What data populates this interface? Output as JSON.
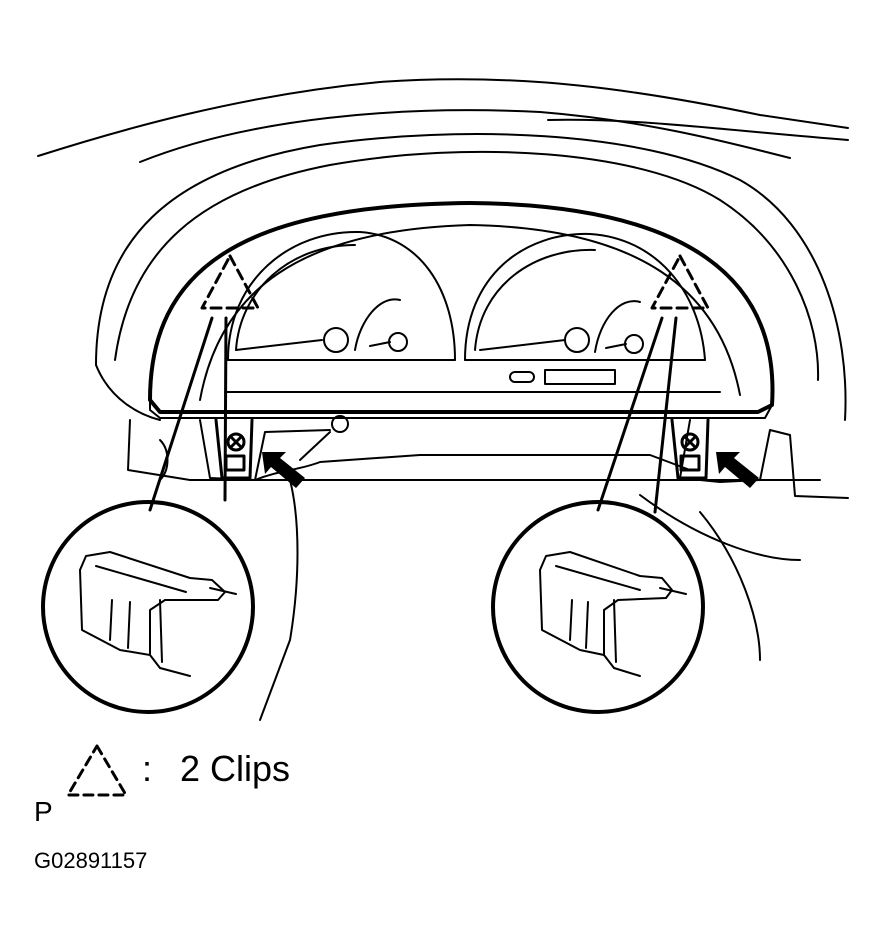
{
  "legend": {
    "symbol": "dashed-triangle-clip-symbol",
    "colon": ":",
    "label": "2 Clips"
  },
  "corner_letter": "P",
  "figure_code": "G02891157",
  "colors": {
    "line": "#000000",
    "background": "#ffffff"
  }
}
